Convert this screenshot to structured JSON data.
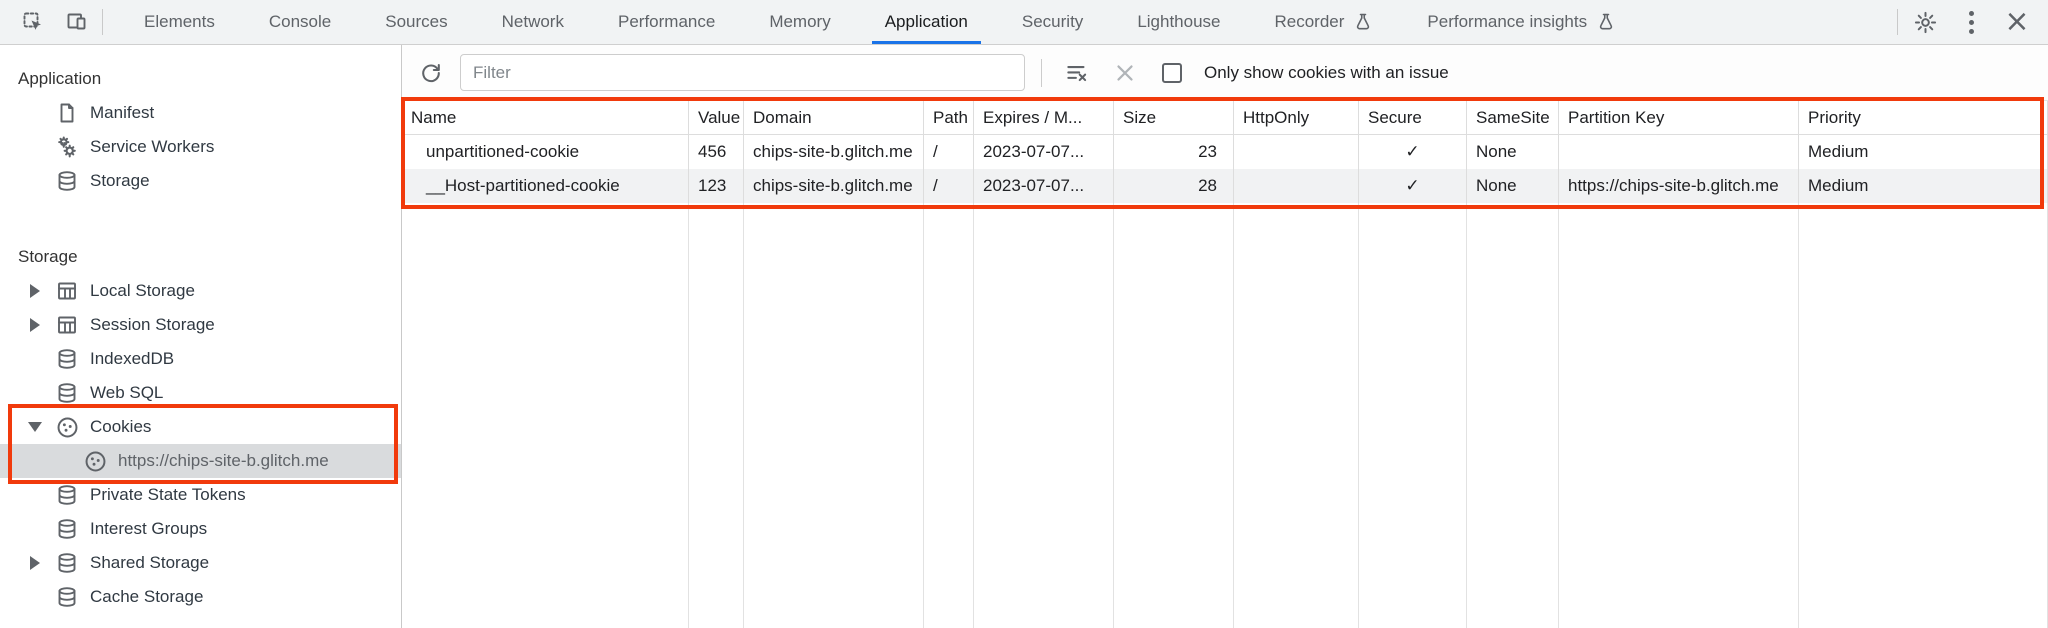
{
  "tabbar": {
    "tabs": [
      "Elements",
      "Console",
      "Sources",
      "Network",
      "Performance",
      "Memory",
      "Application",
      "Security",
      "Lighthouse",
      "Recorder",
      "Performance insights"
    ],
    "active_tab": "Application"
  },
  "sidebar": {
    "sections": [
      {
        "title": "Application",
        "items": [
          {
            "label": "Manifest"
          },
          {
            "label": "Service Workers"
          },
          {
            "label": "Storage"
          }
        ]
      },
      {
        "title": "Storage",
        "items": [
          {
            "label": "Local Storage",
            "state": "collapsed"
          },
          {
            "label": "Session Storage",
            "state": "collapsed"
          },
          {
            "label": "IndexedDB"
          },
          {
            "label": "Web SQL"
          },
          {
            "label": "Cookies",
            "state": "expanded",
            "children": [
              {
                "label": "https://chips-site-b.glitch.me",
                "selected": true
              }
            ]
          },
          {
            "label": "Private State Tokens"
          },
          {
            "label": "Interest Groups"
          },
          {
            "label": "Shared Storage",
            "state": "collapsed"
          },
          {
            "label": "Cache Storage"
          }
        ]
      }
    ]
  },
  "toolbar": {
    "filter_placeholder": "Filter",
    "only_issue_label": "Only show cookies with an issue",
    "checkbox_checked": false
  },
  "cookie_table": {
    "columns": [
      "Name",
      "Value",
      "Domain",
      "Path",
      "Expires / M...",
      "Size",
      "HttpOnly",
      "Secure",
      "SameSite",
      "Partition Key",
      "Priority"
    ],
    "rows": [
      {
        "cells": [
          "unpartitioned-cookie",
          "456",
          "chips-site-b.glitch.me",
          "/",
          "2023-07-07...",
          "23",
          "",
          "✓",
          "None",
          "",
          "Medium"
        ]
      },
      {
        "cells": [
          "__Host-partitioned-cookie",
          "123",
          "chips-site-b.glitch.me",
          "/",
          "2023-07-07...",
          "28",
          "",
          "✓",
          "None",
          "https://chips-site-b.glitch.me",
          "Medium"
        ]
      }
    ]
  },
  "colors": {
    "annotation_red": "#f13a0c",
    "active_tab_blue": "#1a73e8",
    "icon_gray": "#5f6368"
  }
}
